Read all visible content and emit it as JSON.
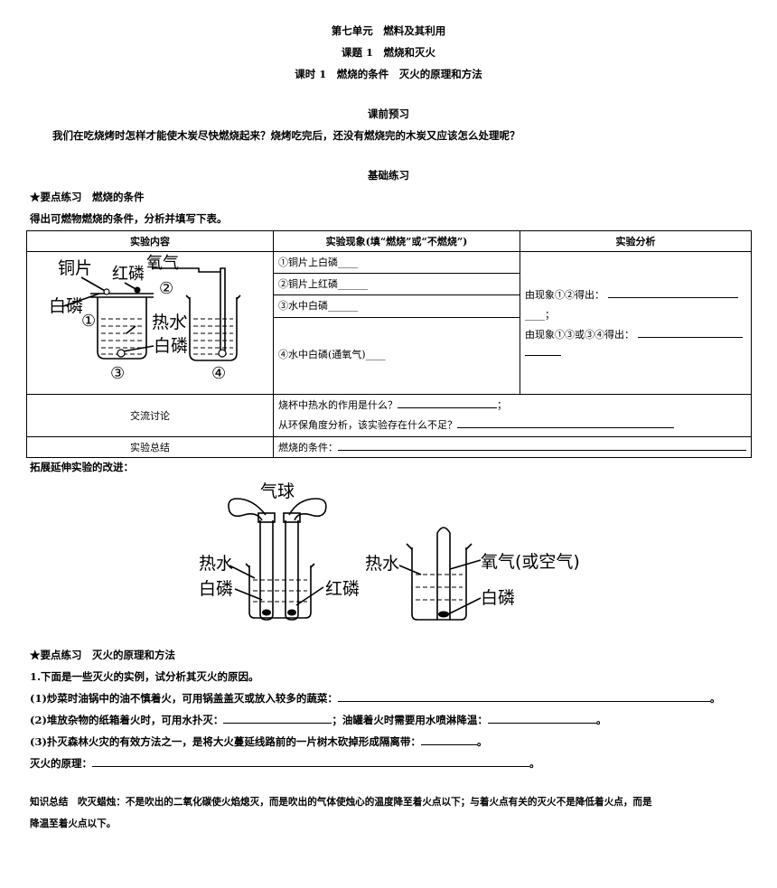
{
  "header": {
    "unit": "第七单元　燃料及其利用",
    "topic": "课题 1　燃烧和灭火",
    "lesson": "课时 1　燃烧的条件　灭火的原理和方法"
  },
  "preview": {
    "title": "课前预习",
    "question": "我们在吃烧烤时怎样才能使木炭尽快燃烧起来？烧烤吃完后，还没有燃烧完的木炭又应该怎么处理呢？"
  },
  "basics": {
    "title": "基础练习",
    "point1_title": "★要点练习　燃烧的条件",
    "point1_intro": "得出可燃物燃烧的条件，分析并填写下表。"
  },
  "table": {
    "headers": [
      "实验内容",
      "实验现象(填“燃烧”或“不燃烧”)",
      "实验分析"
    ],
    "phenomena": [
      "①铜片上白磷____",
      "②铜片上红磷______",
      "③水中白磷______",
      "④水中白磷(通氧气)____"
    ],
    "analysis_1": "由现象①②得出：",
    "analysis_1_tail": "____；",
    "analysis_2": "由现象①③或③④得出：",
    "discussion_label": "交流讨论",
    "discussion_q1": "烧杯中热水的作用是什么？",
    "discussion_q1_end": "；",
    "discussion_q2": "从环保角度分析，该实验存在什么不足？",
    "summary_label": "实验总结",
    "summary_text": "燃烧的条件："
  },
  "figure1": {
    "labels": {
      "copper": "铜片",
      "red_p": "红磷",
      "oxygen": "氧气",
      "white_p": "白磷",
      "hot_water": "热水",
      "white_p2": "白磷",
      "n1": "①",
      "n2": "②",
      "n3": "③",
      "n4": "④"
    }
  },
  "extension": {
    "title": "拓展延伸实验的改进：",
    "labels": {
      "balloon": "气球",
      "hot_water_a": "热水",
      "white_p_a": "白磷",
      "red_p_a": "红磷",
      "hot_water_b": "热水",
      "oxygen_b": "氧气(或空气)",
      "white_p_b": "白磷"
    }
  },
  "point2": {
    "title": "★要点练习　灭火的原理和方法",
    "q1": "1.下面是一些灭火的实例，试分析其灭火的原因。",
    "q1_1": "(1)炒菜时油锅中的油不慎着火，可用锅盖盖灭或放入较多的蔬菜：",
    "q1_1_end": "。",
    "q1_2a": "(2)堆放杂物的纸箱着火时，可用水扑灭：",
    "q1_2b": "；油罐着火时需要用水喷淋降温：",
    "q1_2_end": "。",
    "q1_3": "(3)扑灭森林火灾的有效方法之一，是将大火蔓延线路前的一片树木砍掉形成隔离带：",
    "q1_3_end": "。",
    "principle": "灭火的原理：",
    "principle_end": "。"
  },
  "summary": {
    "line1": "知识总结　吹灭蜡烛：不是吹出的二氧化碳使火焰熄灭，而是吹出的气体使烛心的温度降至着火点以下；与着火点有关的灭火不是降低着火点，而是",
    "line2": "降温至着火点以下。"
  }
}
